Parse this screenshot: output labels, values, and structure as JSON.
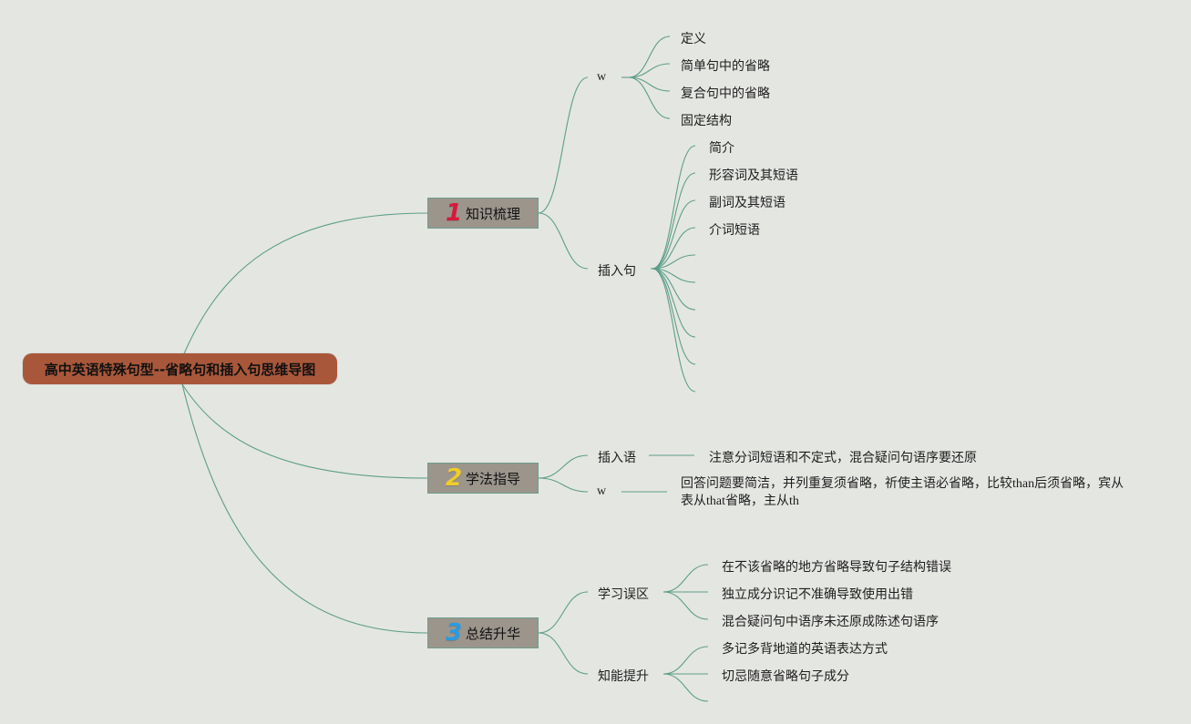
{
  "root": {
    "label": "高中英语特殊句型--省略句和插入句思维导图"
  },
  "topics": [
    {
      "num": "1",
      "num_color": "#d8193c",
      "label": "知识梳理",
      "subs": [
        {
          "label": "w",
          "leaves": [
            "定义",
            "简单句中的省略",
            "复合句中的省略",
            "固定结构"
          ]
        },
        {
          "label": "插入句",
          "leaves": [
            "简介",
            "形容词及其短语",
            "副词及其短语",
            "介词短语",
            "",
            "",
            "",
            "",
            "",
            ""
          ]
        }
      ]
    },
    {
      "num": "2",
      "num_color": "#f1cc2a",
      "label": "学法指导",
      "subs": [
        {
          "label": "插入语",
          "leaves": [
            "注意分词短语和不定式，混合疑问句语序要还原"
          ]
        },
        {
          "label": "w",
          "leaves": [
            "回答问题要简洁，并列重复须省略，祈使主语必省略，比较than后须省略，宾从表从that省略，主从th"
          ]
        }
      ]
    },
    {
      "num": "3",
      "num_color": "#2a9be0",
      "label": "总结升华",
      "subs": [
        {
          "label": "学习误区",
          "leaves": [
            "在不该省略的地方省略导致句子结构错误",
            "独立成分识记不准确导致使用出错",
            "混合疑问句中语序未还原成陈述句语序"
          ]
        },
        {
          "label": "知能提升",
          "leaves": [
            "多记多背地道的英语表达方式",
            "切忌随意省略句子成分",
            ""
          ]
        }
      ]
    }
  ],
  "colors": {
    "background": "#e4e6e2",
    "root": "#a9573a",
    "topic": "#9b958c",
    "line": "#5e9e89"
  }
}
